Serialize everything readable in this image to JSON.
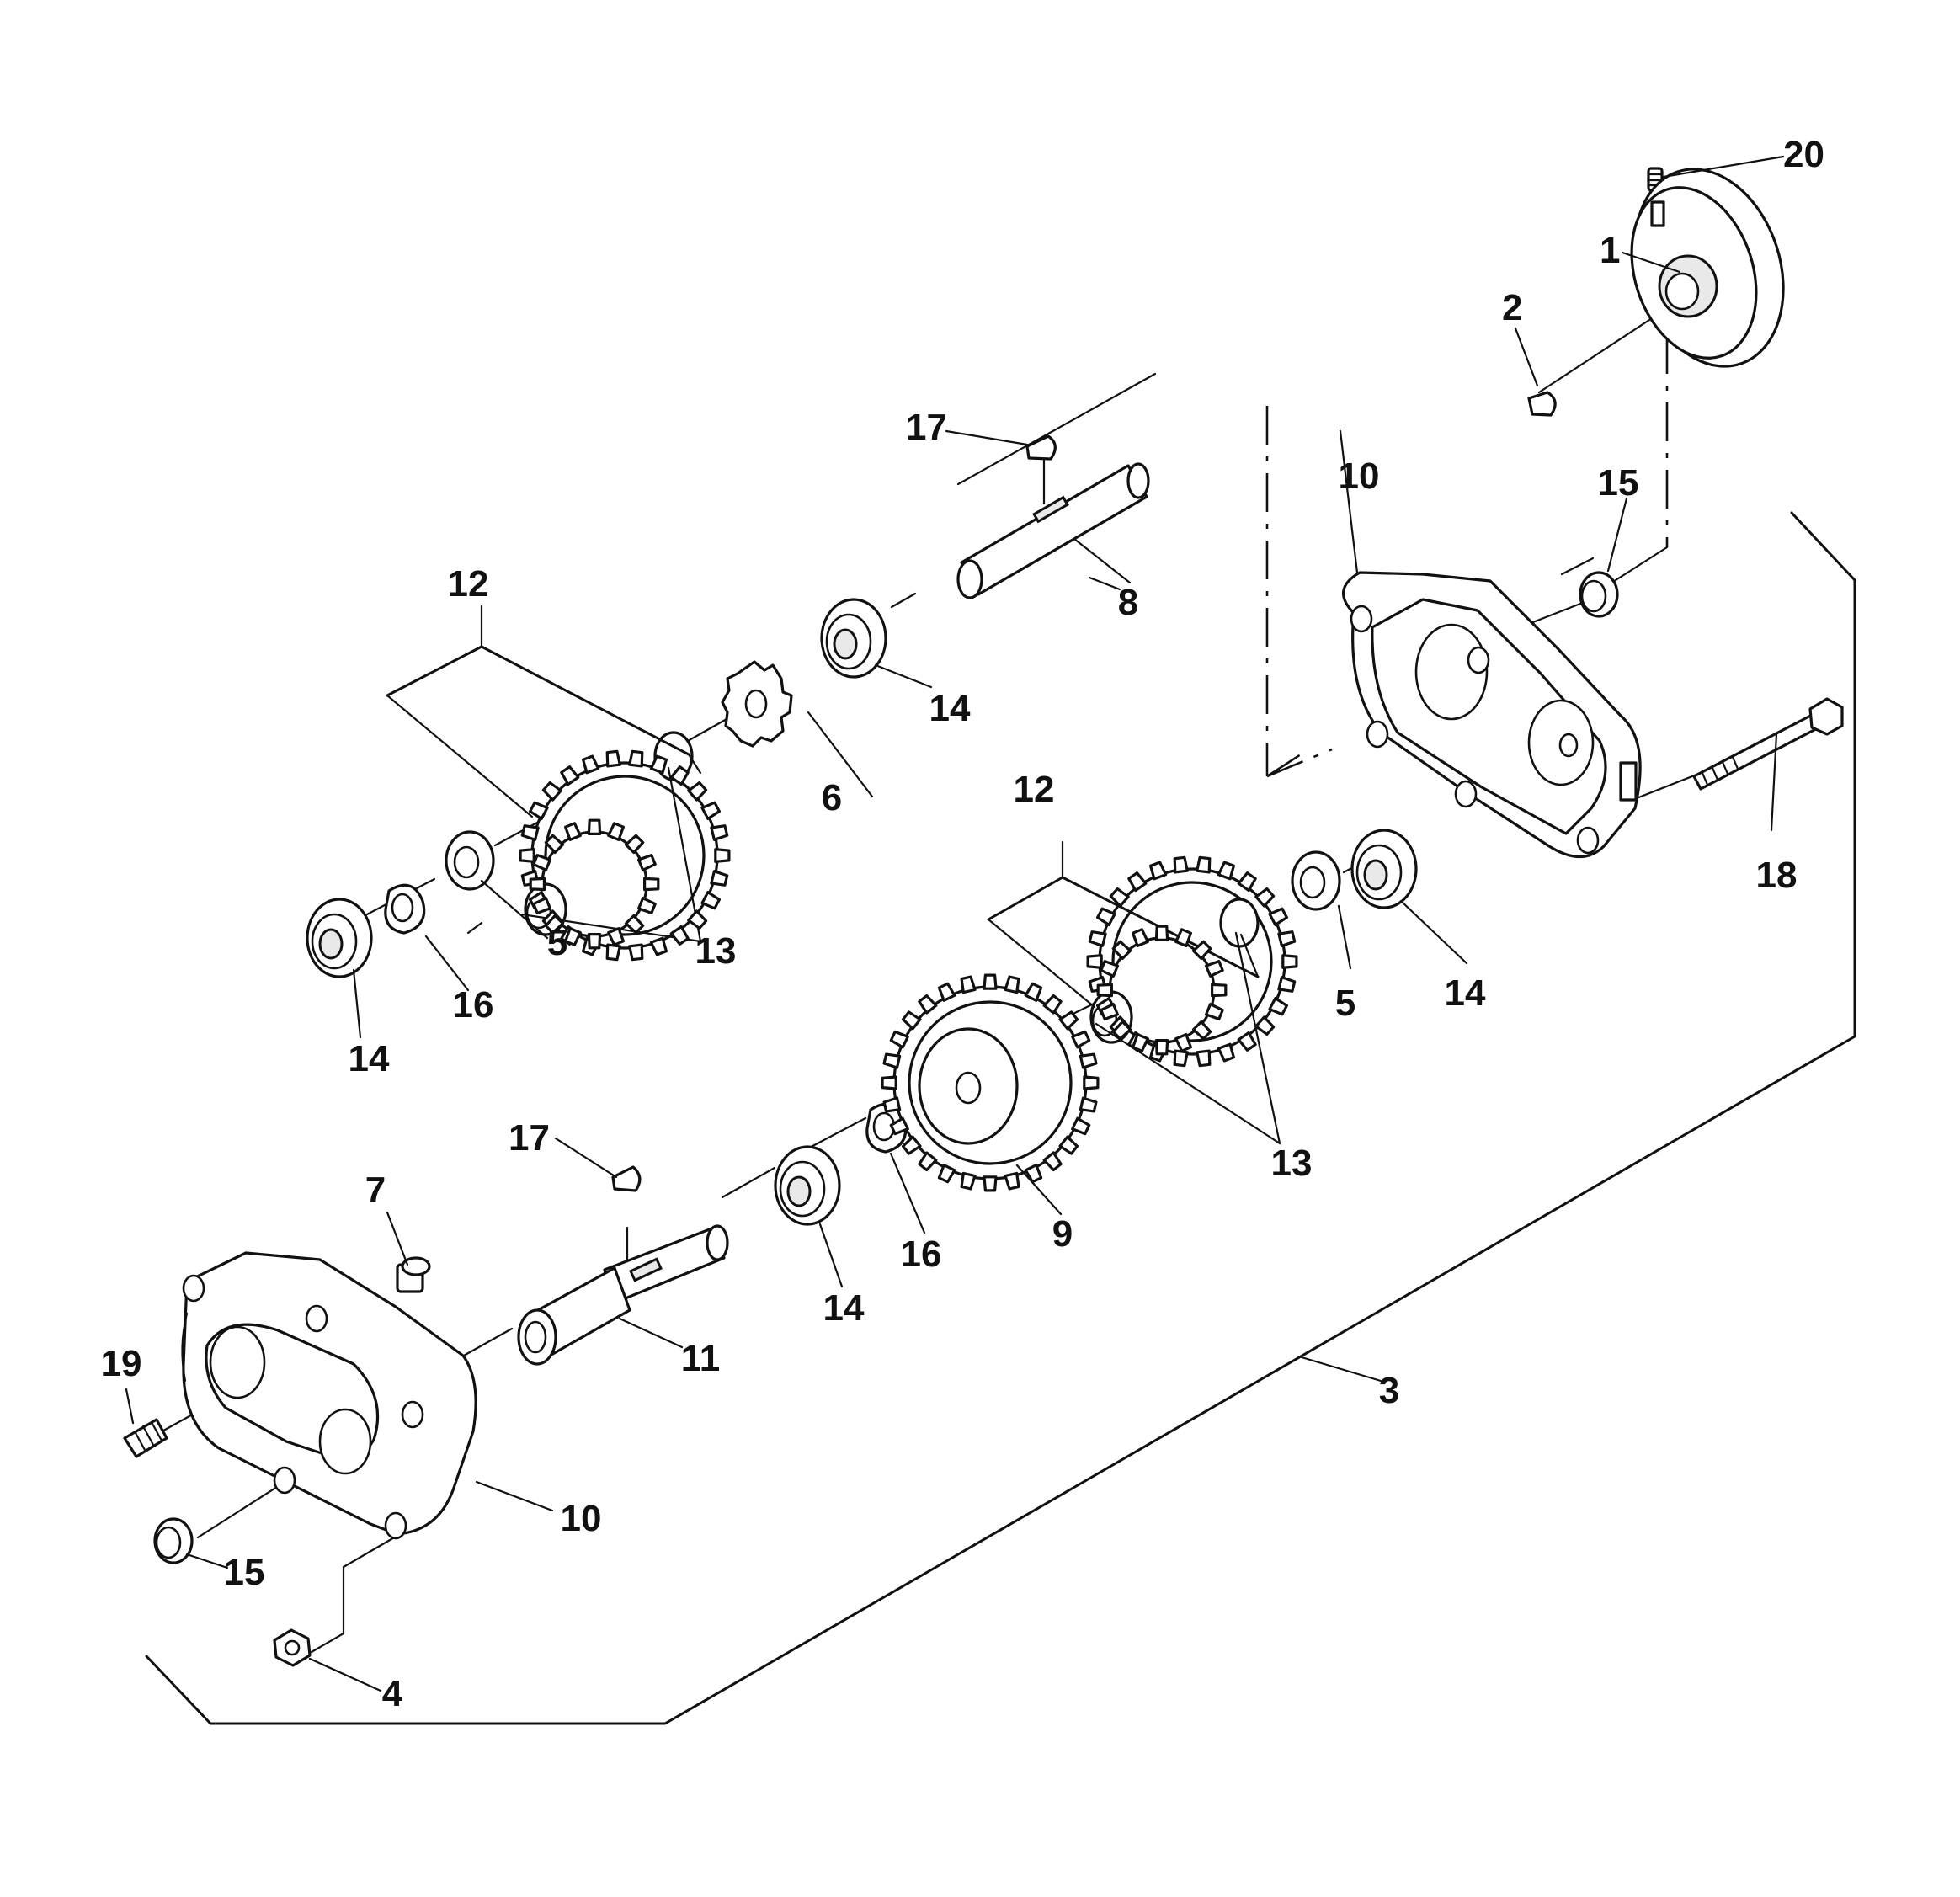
{
  "callouts": {
    "c1": "1",
    "c2": "2",
    "c3": "3",
    "c4": "4",
    "c5a": "5",
    "c5b": "5",
    "c6": "6",
    "c7": "7",
    "c8": "8",
    "c9": "9",
    "c10a": "10",
    "c10b": "10",
    "c11": "11",
    "c12a": "12",
    "c12b": "12",
    "c13a": "13",
    "c13b": "13",
    "c14a": "14",
    "c14b": "14",
    "c14c": "14",
    "c14d": "14",
    "c15a": "15",
    "c15b": "15",
    "c16a": "16",
    "c16b": "16",
    "c17a": "17",
    "c17b": "17",
    "c18": "18",
    "c19": "19",
    "c20": "20"
  }
}
